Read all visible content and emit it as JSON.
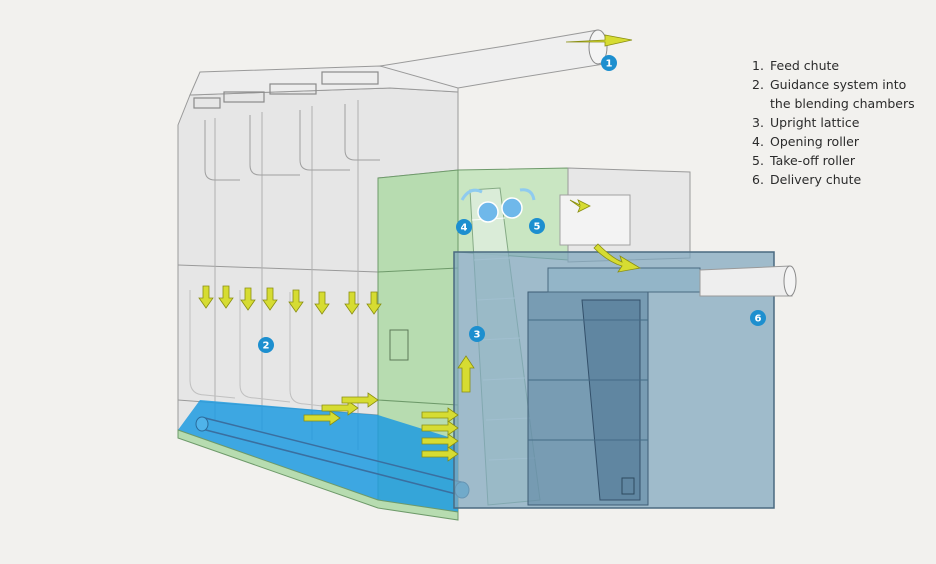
{
  "colors": {
    "background": "#f2f1ee",
    "blending_body": "#e6e6e6",
    "lattice_section": "#b7dcb0",
    "delivery_chute": "#7ea6be",
    "floor_blue": "#1e9be0",
    "arrow_yellow": "#d6dc32",
    "badge": "#1d8fcf"
  },
  "legend": {
    "items": [
      {
        "num": "1.",
        "text": "Feed chute"
      },
      {
        "num": "2.",
        "text": "Guidance system into the blending chambers"
      },
      {
        "num": "3.",
        "text": "Upright lattice"
      },
      {
        "num": "4.",
        "text": "Opening roller"
      },
      {
        "num": "5.",
        "text": "Take-off roller"
      },
      {
        "num": "6.",
        "text": "Delivery chute"
      }
    ]
  },
  "badges": [
    "1",
    "2",
    "3",
    "4",
    "5",
    "6"
  ]
}
